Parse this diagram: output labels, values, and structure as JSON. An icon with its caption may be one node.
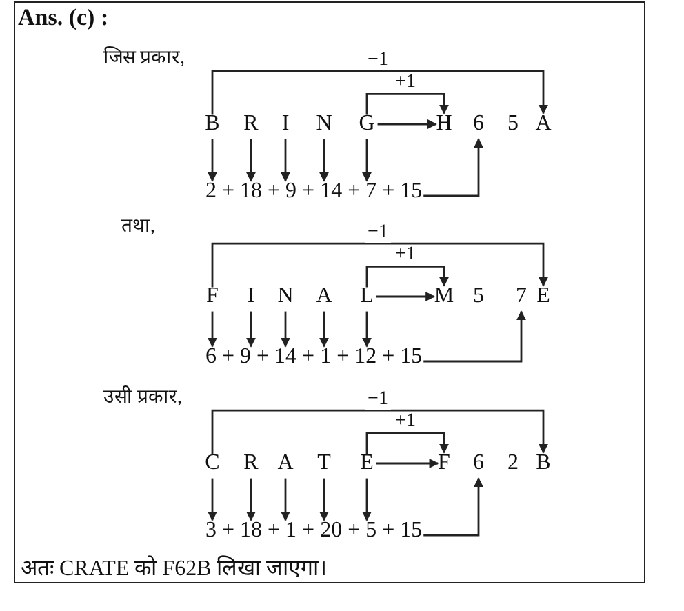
{
  "diagram": {
    "title": "Ans. (c) :",
    "nodes": [
      {
        "text": [
          "B"
        ]
      },
      {
        "text": [
          "R"
        ]
      },
      {
        "text": [
          "I"
        ]
      },
      {
        "text": [
          "N"
        ]
      },
      {
        "text": [
          "G"
        ]
      },
      {
        "text": [
          "H"
        ]
      },
      {
        "text": [
          "6"
        ]
      },
      {
        "text": [
          "5"
        ]
      },
      {
        "text": [
          "A"
        ]
      },
      {
        "text": [
          "2 + 18 + 9 + 14 + 7 + 15"
        ]
      },
      {
        "text": [
          "F"
        ]
      },
      {
        "text": [
          "I"
        ]
      },
      {
        "text": [
          "N"
        ]
      },
      {
        "text": [
          "A"
        ]
      },
      {
        "text": [
          "L"
        ]
      },
      {
        "text": [
          "M"
        ]
      },
      {
        "text": [
          "5"
        ]
      },
      {
        "text": [
          "7"
        ]
      },
      {
        "text": [
          "E"
        ]
      },
      {
        "text": [
          "6 + 9 + 14 + 1 + 12 + 15"
        ]
      },
      {
        "text": [
          "C"
        ]
      },
      {
        "text": [
          "R"
        ]
      },
      {
        "text": [
          "A"
        ]
      },
      {
        "text": [
          "T"
        ]
      },
      {
        "text": [
          "E"
        ]
      },
      {
        "text": [
          "F"
        ]
      },
      {
        "text": [
          "6"
        ]
      },
      {
        "text": [
          "2"
        ]
      },
      {
        "text": [
          "B"
        ]
      },
      {
        "text": [
          "3 + 18 + 1 + 20 + 5 + 15"
        ]
      }
    ],
    "edges": [
      {
        "from": 0,
        "to": 8,
        "arrow": "to",
        "label": "−1"
      },
      {
        "from": 4,
        "to": 5,
        "arrow": "to",
        "label": "+1"
      },
      {
        "from": 4,
        "to": 5,
        "arrow": "to"
      },
      {
        "from": 0,
        "to": 9,
        "arrow": "to"
      },
      {
        "from": 1,
        "to": 9,
        "arrow": "to"
      },
      {
        "from": 2,
        "to": 9,
        "arrow": "to"
      },
      {
        "from": 3,
        "to": 9,
        "arrow": "to"
      },
      {
        "from": 4,
        "to": 9,
        "arrow": "to"
      },
      {
        "from": 9,
        "to": 6,
        "arrow": "to"
      },
      {
        "from": 10,
        "to": 18,
        "arrow": "to",
        "label": "−1"
      },
      {
        "from": 14,
        "to": 15,
        "arrow": "to",
        "label": "+1"
      },
      {
        "from": 14,
        "to": 15,
        "arrow": "to"
      },
      {
        "from": 10,
        "to": 19,
        "arrow": "to"
      },
      {
        "from": 11,
        "to": 19,
        "arrow": "to"
      },
      {
        "from": 12,
        "to": 19,
        "arrow": "to"
      },
      {
        "from": 13,
        "to": 19,
        "arrow": "to"
      },
      {
        "from": 14,
        "to": 19,
        "arrow": "to"
      },
      {
        "from": 19,
        "to": 17,
        "arrow": "to"
      },
      {
        "from": 20,
        "to": 28,
        "arrow": "to",
        "label": "−1"
      },
      {
        "from": 24,
        "to": 25,
        "arrow": "to",
        "label": "+1"
      },
      {
        "from": 24,
        "to": 25,
        "arrow": "to"
      },
      {
        "from": 20,
        "to": 29,
        "arrow": "to"
      },
      {
        "from": 21,
        "to": 29,
        "arrow": "to"
      },
      {
        "from": 22,
        "to": 29,
        "arrow": "to"
      },
      {
        "from": 23,
        "to": 29,
        "arrow": "to"
      },
      {
        "from": 24,
        "to": 29,
        "arrow": "to"
      },
      {
        "from": 29,
        "to": 26,
        "arrow": "to"
      }
    ],
    "labels": [
      "जिस प्रकार,",
      "तथा,",
      "उसी प्रकार,",
      "अतः CRATE को F62B लिखा जाएगा।"
    ]
  }
}
